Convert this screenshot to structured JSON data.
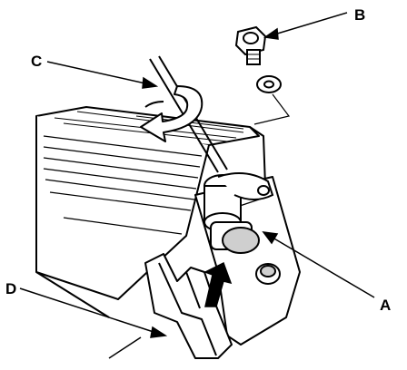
{
  "diagram": {
    "callouts": {
      "a": "A",
      "b": "B",
      "c": "C",
      "d": "D"
    },
    "colors": {
      "ink": "#000000",
      "paper": "#ffffff",
      "shade": "#cfcfcf"
    },
    "icons": [
      "rotation-arrow-icon",
      "push-up-arrow-icon"
    ]
  }
}
